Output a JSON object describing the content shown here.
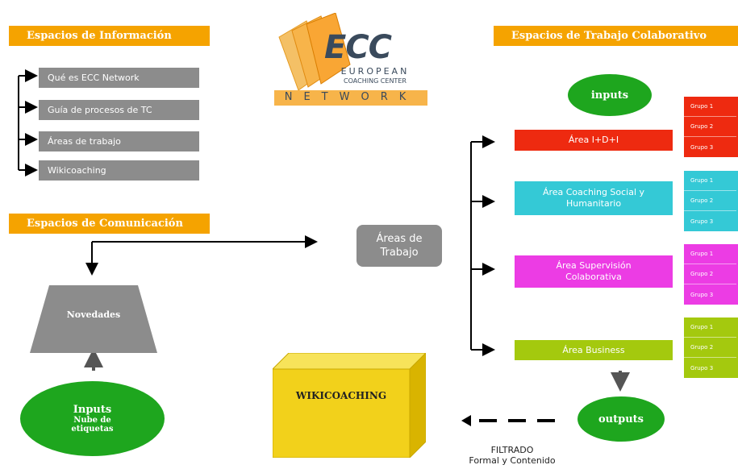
{
  "header_info": "Espacios de Información",
  "header_comm": "Espacios de Comunicación",
  "header_collab": "Espacios de Trabajo Colaborativo",
  "info_items": [
    "Qué es ECC Network",
    "Guía de procesos de TC",
    "Áreas de trabajo",
    "Wikicoaching"
  ],
  "logo": {
    "mark": "ECC",
    "line1": "EUROPEAN",
    "line2": "COACHING CENTER",
    "line3": "NETWORK"
  },
  "areas_trabajo_label": [
    "Áreas de",
    "Trabajo"
  ],
  "novedades": "Novedades",
  "inputs_left": [
    "Inputs",
    "Nube de",
    "etiquetas"
  ],
  "inputs_top": "inputs",
  "outputs": "outputs",
  "wikicoaching": "WIKICOACHING",
  "filtrado": [
    "FILTRADO",
    "Formal y Contenido"
  ],
  "areas": [
    {
      "label": [
        "Área I+D+I"
      ],
      "color": "#ee2a10",
      "groups": [
        "Grupo 1",
        "Grupo 2",
        "Grupo 3"
      ]
    },
    {
      "label": [
        "Área Coaching Social y",
        "Humanitario"
      ],
      "color": "#34c9d6",
      "groups": [
        "Grupo 1",
        "Grupo 2",
        "Grupo 3"
      ]
    },
    {
      "label": [
        "Área Supervisión",
        "Colaborativa"
      ],
      "color": "#ec3ce4",
      "groups": [
        "Grupo 1",
        "Grupo 2",
        "Grupo 3"
      ]
    },
    {
      "label": [
        "Área Business"
      ],
      "color": "#a4c90e",
      "groups": [
        "Grupo 1",
        "Grupo 2",
        "Grupo 3"
      ]
    }
  ],
  "colors": {
    "orange": "#f5a300",
    "gray": "#8c8c8c",
    "green": "#1ea61e",
    "gold": "#f2d11b"
  }
}
